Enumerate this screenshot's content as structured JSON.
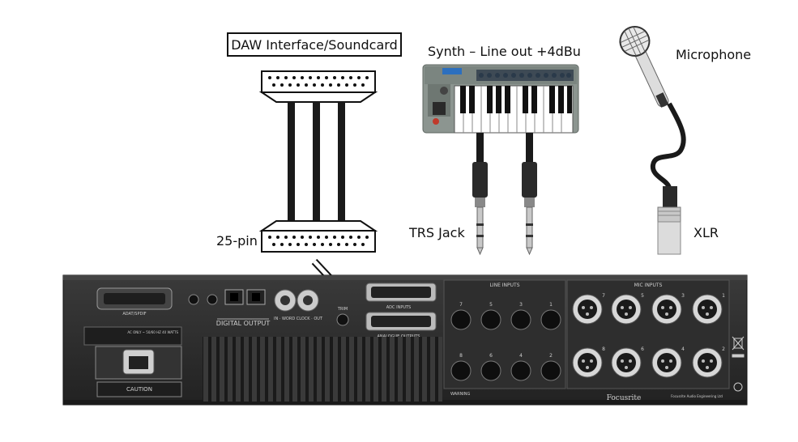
{
  "labels": {
    "daw": "DAW Interface/Soundcard",
    "synth": "Synth – Line out +4dBu",
    "microphone": "Microphone",
    "trs_jack": "TRS Jack",
    "xlr": "XLR",
    "pin25": "25-pin"
  },
  "rack": {
    "panel_labels": {
      "adat": "ADAT/SPDIF",
      "digital_output": "DIGITAL OUTPUT",
      "word_clock": "IN · WORD CLOCK · OUT",
      "trim": "TRIM",
      "adc_inputs": "ADC INPUTS",
      "analogue_outputs": "ANALOGUE OUTPUTS",
      "line_inputs": "LINE INPUTS",
      "mic_inputs": "MIC INPUTS",
      "caution": "CAUTION",
      "warning": "WARNING",
      "brand": "Focusrite",
      "brand_sub": "Focusrite Audio Engineering Ltd",
      "ac_rating": "AC ONLY ~ 50/60 HZ 40 WATTS"
    },
    "line_input_numbers_top": [
      "7",
      "5",
      "3",
      "1"
    ],
    "line_input_numbers_bottom": [
      "8",
      "6",
      "4",
      "2"
    ],
    "mic_input_numbers_top": [
      "7",
      "5",
      "3",
      "1"
    ],
    "mic_input_numbers_bottom": [
      "8",
      "6",
      "4",
      "2"
    ]
  },
  "colors": {
    "rack_body": "#2b2b2b",
    "outline": "#111111",
    "cable": "#1a1a1a"
  }
}
